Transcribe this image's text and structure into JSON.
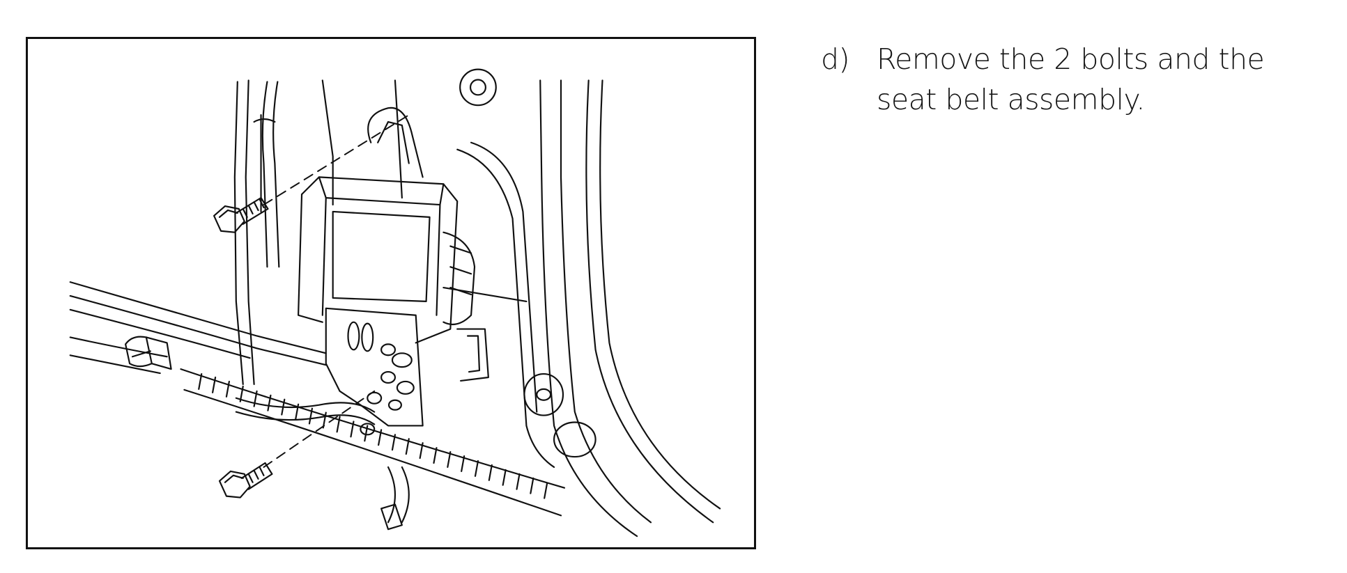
{
  "instruction": {
    "marker": "d)",
    "text": "Remove the 2 bolts and the seat belt assembly."
  },
  "figure": {
    "content": "line-drawing",
    "icons": [
      "bolt-icon",
      "seat-belt-retractor-icon",
      "wire-harness-icon"
    ]
  }
}
